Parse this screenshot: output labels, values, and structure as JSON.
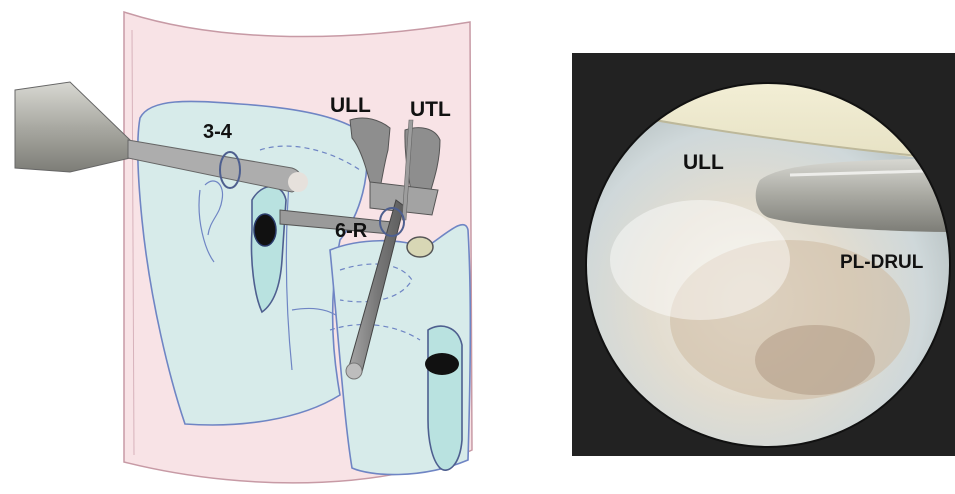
{
  "schematic": {
    "labels": {
      "portal_34": "3-4",
      "portal_6r": "6-R",
      "ull": "ULL",
      "utl": "UTL"
    }
  },
  "arthroscopy": {
    "labels": {
      "ull": "ULL",
      "pl_drul": "PL-DRUL"
    }
  },
  "colors": {
    "skin_fill": "#f8e3e6",
    "skin_outline": "#c79aa5",
    "bone_fill": "#d7ebea",
    "bone_outline": "#6f85c4",
    "instrument": "#8c8c8c",
    "scope_background": "#222222",
    "label_text": "#111111"
  }
}
